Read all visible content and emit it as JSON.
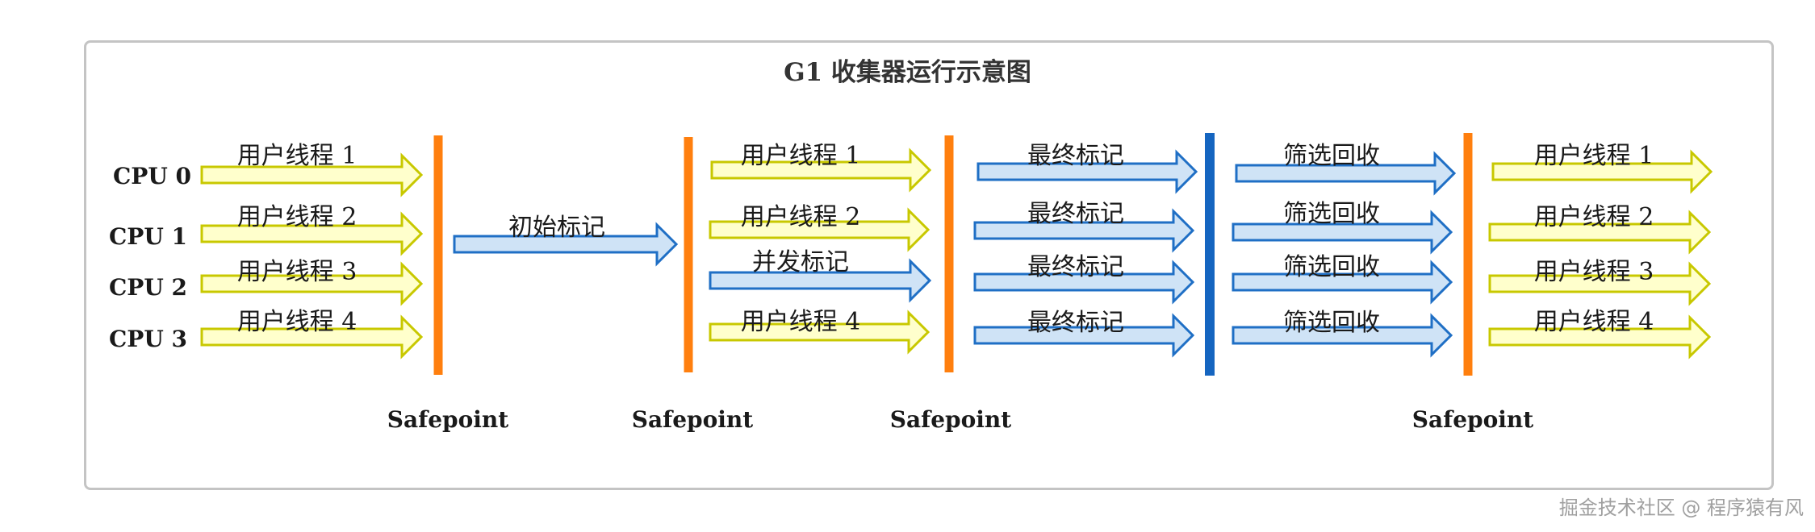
{
  "title": "G1 收集器运行示意图",
  "cpus": [
    "CPU 0",
    "CPU 1",
    "CPU 2",
    "CPU 3"
  ],
  "phase_initial": {
    "threads": [
      "用户线程 1",
      "用户线程 2",
      "用户线程 3",
      "用户线程 4"
    ],
    "marking": "初始标记"
  },
  "phase_concurrent": {
    "thread_1": "用户线程 1",
    "thread_2": "用户线程 2",
    "marking": "并发标记",
    "thread_4": "用户线程 4"
  },
  "phase_remark": [
    "最终标记",
    "最终标记",
    "最终标记",
    "最终标记"
  ],
  "phase_evacuation": [
    "筛选回收",
    "筛选回收",
    "筛选回收",
    "筛选回收"
  ],
  "phase_resume": [
    "用户线程 1",
    "用户线程 2",
    "用户线程 3",
    "用户线程 4"
  ],
  "safepoints": [
    "Safepoint",
    "Safepoint",
    "Safepoint",
    "Safepoint"
  ],
  "watermark": "掘金技术社区 @ 程序猿有风",
  "colors": {
    "user_thread_fill": "#ffffcc",
    "user_thread_stroke": "#c8c800",
    "gc_fill": "#cfe3f6",
    "gc_stroke": "#1f6fc5",
    "safepoint_bar": "#ff7f0e",
    "stw_bar": "#1565c0",
    "frame": "#c4c4c4"
  }
}
